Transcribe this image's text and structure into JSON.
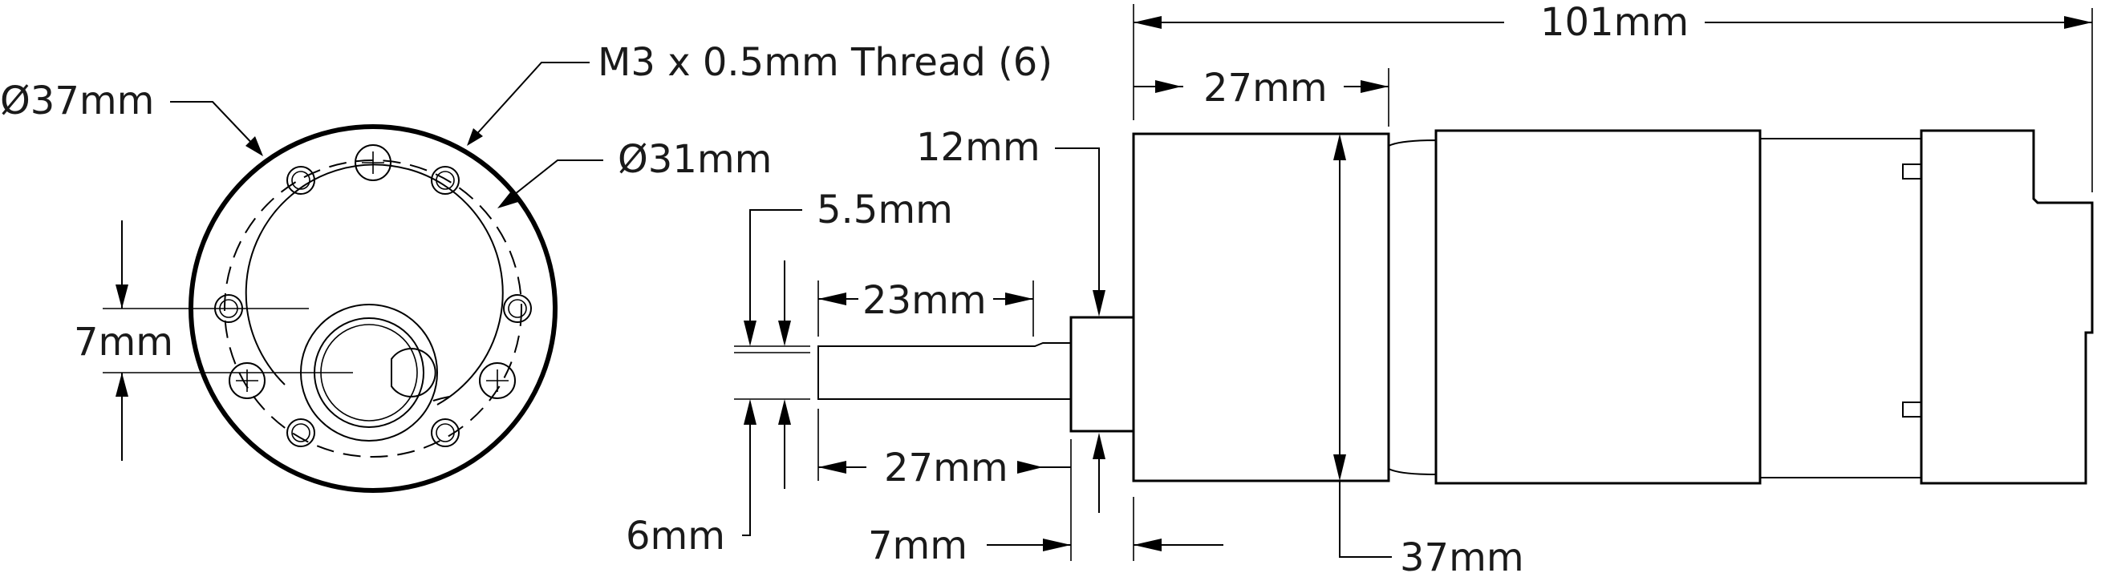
{
  "diagram": {
    "dimensions": {
      "front_outer_diameter": "Ø37mm",
      "thread_callout": "M3 x 0.5mm Thread (6)",
      "front_bolt_circle_diameter": "Ø31mm",
      "front_shaft_offset": "7mm",
      "overall_length": "101mm",
      "gearbox_length": "27mm",
      "boss_to_shaft_step": "12mm",
      "shaft_flat_height": "5.5mm",
      "shaft_flat_length": "23mm",
      "shaft_length": "27mm",
      "shaft_diameter": "6mm",
      "boss_length": "7mm",
      "body_diameter": "37mm"
    }
  }
}
